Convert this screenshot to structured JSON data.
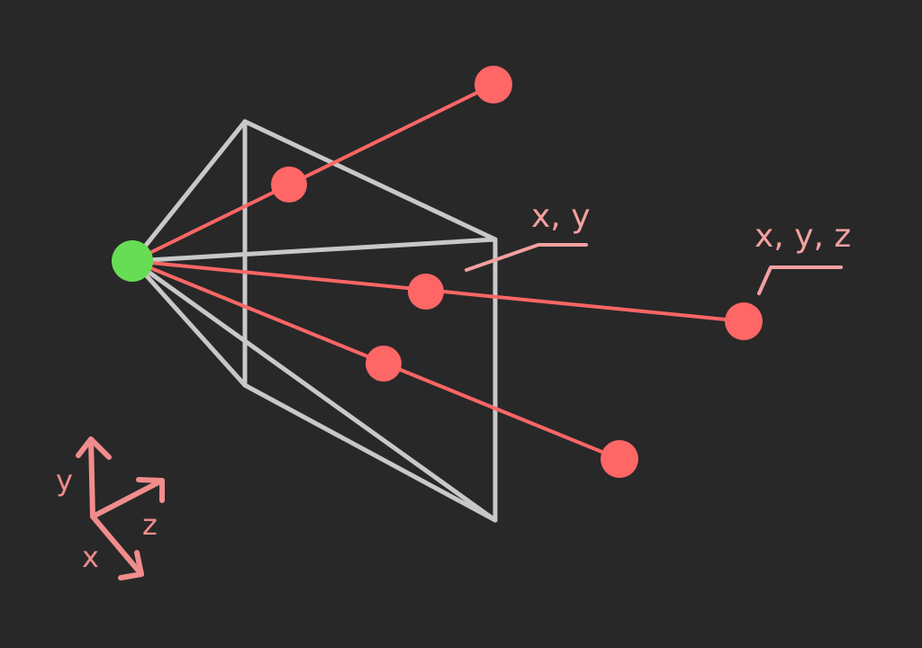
{
  "labels": {
    "image_plane": "x, y",
    "world_point": "x, y, z"
  },
  "axes": {
    "x": "x",
    "y": "y",
    "z": "z"
  },
  "colors": {
    "background": "#282828",
    "frustum": "#c8c8c8",
    "ray": "#ff6666",
    "camera_center": "#66dd55",
    "label": "#f4a0a0",
    "axis": "#f08c8c"
  }
}
